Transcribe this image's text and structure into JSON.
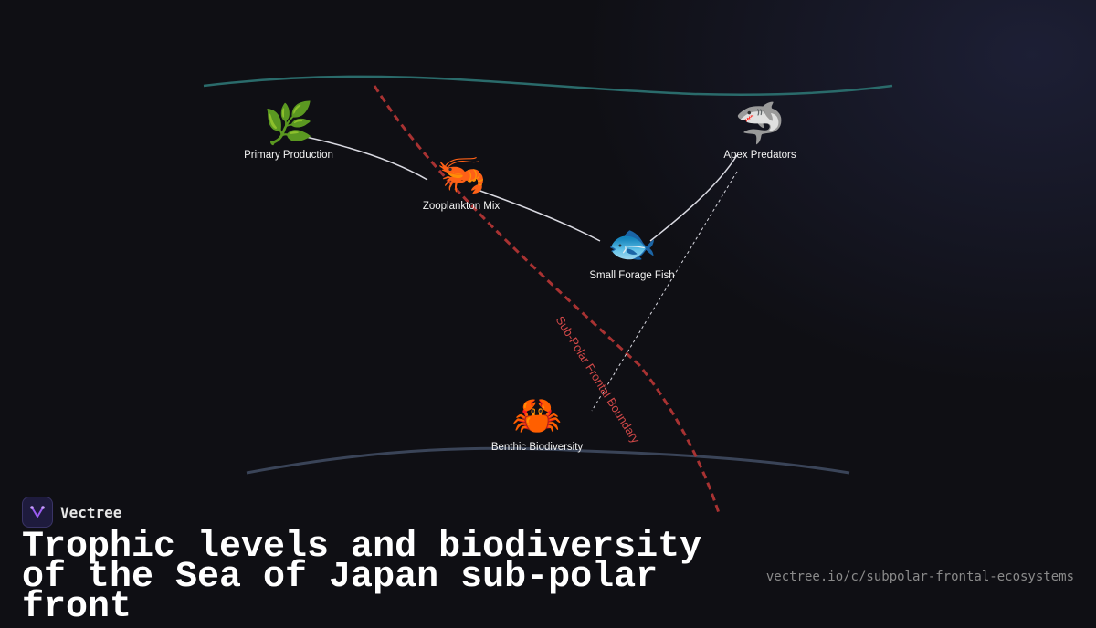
{
  "diagram": {
    "nodes": [
      {
        "id": "primary",
        "icon": "herb-icon",
        "emoji": "🌿",
        "label": "Primary Production"
      },
      {
        "id": "zoo",
        "icon": "shrimp-icon",
        "emoji": "🦐",
        "label": "Zooplankton Mix"
      },
      {
        "id": "forage",
        "icon": "fish-icon",
        "emoji": "🐟",
        "label": "Small Forage Fish"
      },
      {
        "id": "apex",
        "icon": "shark-icon",
        "emoji": "🦈",
        "label": "Apex Predators"
      },
      {
        "id": "benthic",
        "icon": "crab-icon",
        "emoji": "🦀",
        "label": "Benthic Biodiversity"
      }
    ],
    "boundary_label": "Sub-Polar Frontal Boundary",
    "colors": {
      "surface": "#2a6b6b",
      "seafloor": "#3a4458",
      "boundary": "#a83232",
      "links": "#d8d8e0"
    }
  },
  "brand": {
    "name": "Vectree",
    "logo_icon": "vectree-logo-icon"
  },
  "title": "Trophic levels and biodiversity of the Sea of Japan sub-polar front",
  "url": "vectree.io/c/subpolar-frontal-ecosystems"
}
